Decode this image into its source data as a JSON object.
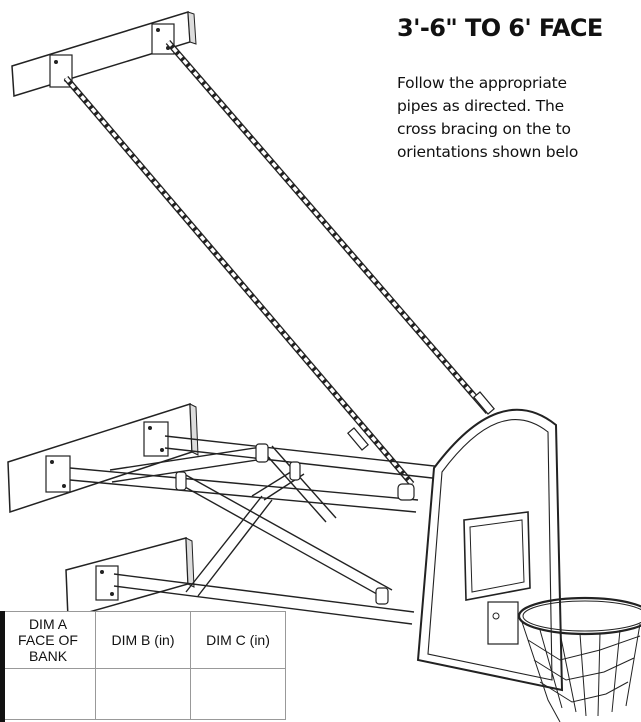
{
  "page": {
    "heading": "3'-6\" TO 6' FACE",
    "body_lines": [
      "Follow the appropriate",
      "pipes as directed.  The",
      "cross bracing on the to",
      "orientations shown belo"
    ]
  },
  "table": {
    "headers": [
      "DIM A\nFACE OF\nBANK",
      "DIM B (in)",
      "DIM C (in)"
    ]
  }
}
